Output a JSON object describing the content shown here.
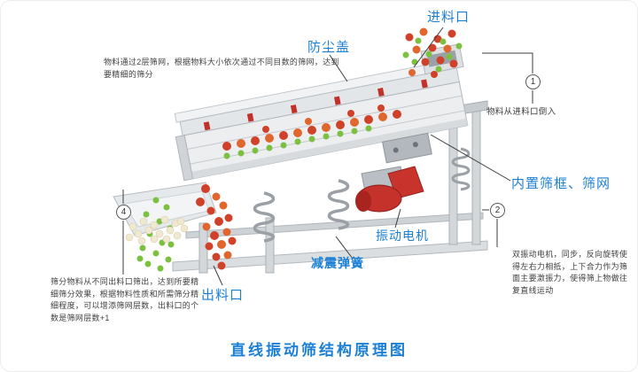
{
  "title": "直线振动筛结构原理图",
  "labels": {
    "feed_inlet": "进料口",
    "dust_cover": "防尘盖",
    "screen_frame": "内置筛框、筛网",
    "vibration_motor": "振动电机",
    "damping_spring": "减震弹簧",
    "discharge_outlet": "出料口"
  },
  "markers": {
    "m1": "1",
    "m2": "2",
    "m4": "4"
  },
  "notes": {
    "top_left": "物料通过2层筛网，根据物料大小依次通过不同目数的筛网，达到要精细的筛分",
    "feed_note": "物料从进料口倒入",
    "motor_note": "双振动电机，同步，反向旋转使得左右力相抵，上下合力作为筛面主要激振力，使得筛上物做往复直线运动",
    "discharge_note": "筛分物料从不同出料口筛出，达到所要精细筛分效果，根据物料性质和所需筛分精细程度，可以增添筛网层数，出料口的个数是筛网层数+1"
  },
  "colors": {
    "accent_blue": "#1c7fd6",
    "note_text": "#3f3f3f",
    "machine_red": "#c5312b",
    "ball_red": "#cf4128",
    "ball_orange": "#e0662e",
    "ball_green": "#7cc03f",
    "ball_cream": "#f0e9d2"
  }
}
